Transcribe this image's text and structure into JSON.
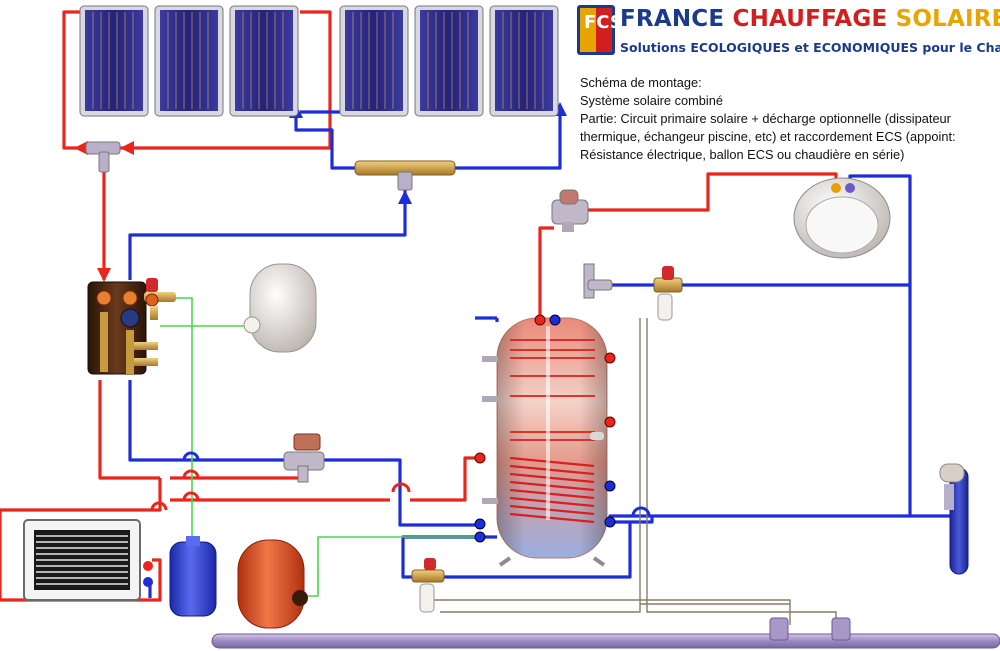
{
  "brand": {
    "logo_letters": "FCS",
    "name_part1": "FRANCE",
    "name_part2": "CHAUFFAGE",
    "name_part3": "SOLAIRE",
    "tagline": "Solutions ECOLOGIQUES et ECONOMIQUES pour le Chauffage"
  },
  "description": {
    "line1": "Schéma de montage:",
    "line2": "Système solaire combiné",
    "line3": "Partie: Circuit primaire solaire + décharge optionnelle (dissipateur thermique, échangeur piscine, etc) et raccordement ECS (appoint: Résistance électrique, ballon ECS ou chaudière en série)"
  },
  "colors": {
    "hot_pipe": "#e8261c",
    "cold_pipe": "#1d2ed6",
    "expansion_line": "#4cd64c",
    "drain_line": "#8a7a6a",
    "collector_panel": "#2a2a8a",
    "buffer_tank_top": "#e88a78",
    "buffer_tank_bottom": "#9aaee0",
    "coil": "#d8201e",
    "brass": "#c89a40",
    "expansion_vessel_blue": "#2a3ad0",
    "expansion_vessel_red": "#d84a20"
  },
  "icons": {
    "collector": "solar-collector-icon",
    "pump_station": "pump-station-icon",
    "storage_tank": "buffer-tank-icon",
    "heat_sink": "radiator-dissipator-icon",
    "expansion_vessel": "expansion-vessel-icon",
    "mixing_valve": "thermostatic-mixing-valve-icon",
    "water_heater": "electric-water-heater-icon"
  }
}
